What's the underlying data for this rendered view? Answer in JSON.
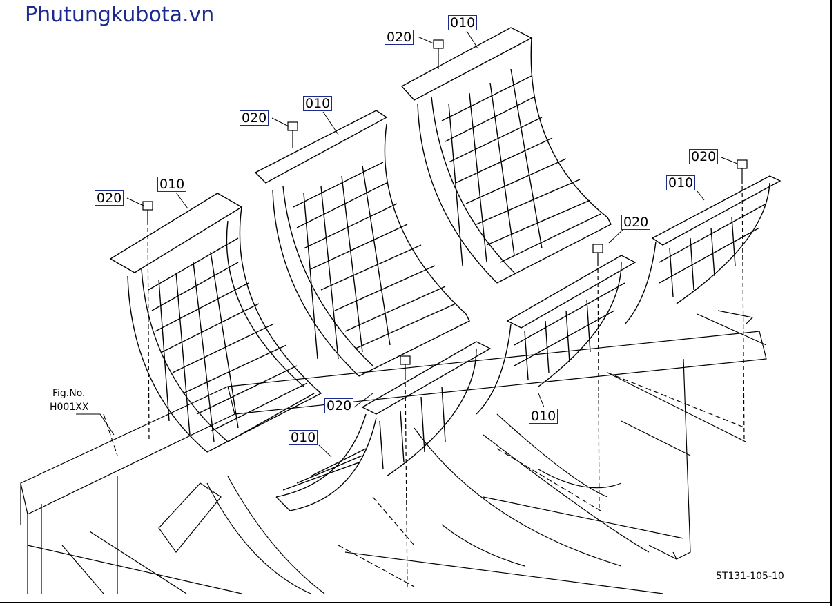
{
  "header": {
    "brand": "Phutungkubota.vn"
  },
  "diagram": {
    "fig_label": [
      "Fig.No.",
      "H001XX"
    ],
    "drawing_number": "5T131-105-10",
    "callouts": [
      {
        "id": "c1",
        "text": "010"
      },
      {
        "id": "c2",
        "text": "020"
      },
      {
        "id": "c3",
        "text": "010"
      },
      {
        "id": "c4",
        "text": "020"
      },
      {
        "id": "c5",
        "text": "010"
      },
      {
        "id": "c6",
        "text": "020"
      },
      {
        "id": "c7",
        "text": "020"
      },
      {
        "id": "c8",
        "text": "010"
      },
      {
        "id": "c9",
        "text": "020"
      },
      {
        "id": "c10",
        "text": "010"
      },
      {
        "id": "c11",
        "text": "020"
      },
      {
        "id": "c12",
        "text": "010"
      }
    ]
  },
  "colors": {
    "brand": "#1b2a8c",
    "callout_border": "#1b2a8c",
    "line": "#000000"
  }
}
